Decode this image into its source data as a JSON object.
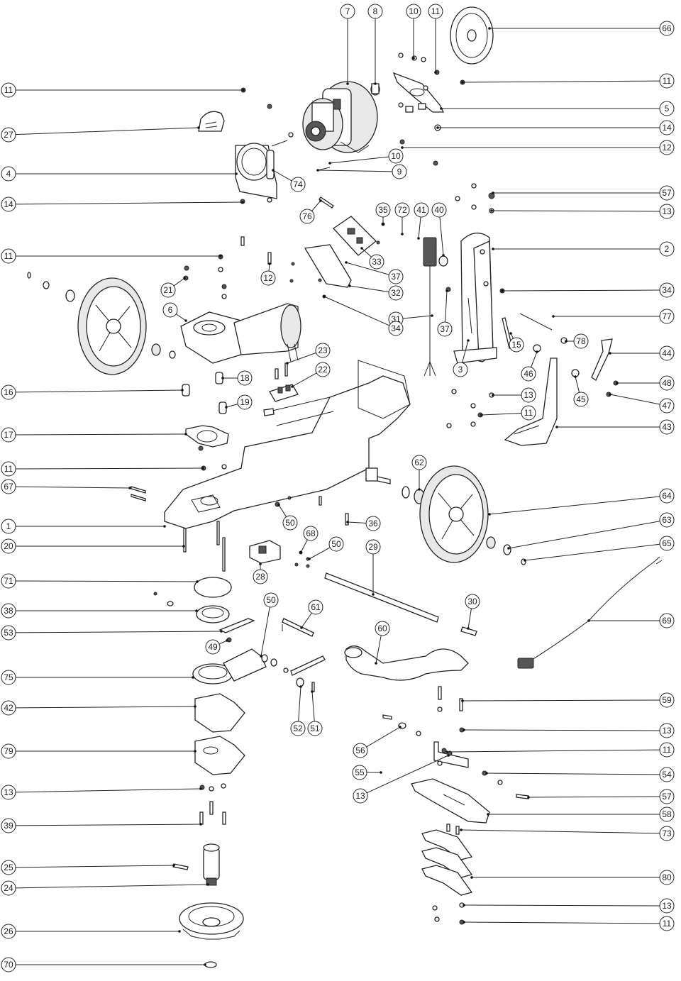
{
  "callouts": [
    {
      "n": "7"
    },
    {
      "n": "8"
    },
    {
      "n": "10"
    },
    {
      "n": "11"
    },
    {
      "n": "66"
    },
    {
      "n": "11"
    },
    {
      "n": "11"
    },
    {
      "n": "5"
    },
    {
      "n": "14"
    },
    {
      "n": "27"
    },
    {
      "n": "12"
    },
    {
      "n": "10"
    },
    {
      "n": "9"
    },
    {
      "n": "4"
    },
    {
      "n": "74"
    },
    {
      "n": "57"
    },
    {
      "n": "13"
    },
    {
      "n": "14"
    },
    {
      "n": "76"
    },
    {
      "n": "35"
    },
    {
      "n": "72"
    },
    {
      "n": "41"
    },
    {
      "n": "40"
    },
    {
      "n": "2"
    },
    {
      "n": "33"
    },
    {
      "n": "11"
    },
    {
      "n": "12"
    },
    {
      "n": "37"
    },
    {
      "n": "32"
    },
    {
      "n": "34"
    },
    {
      "n": "21"
    },
    {
      "n": "31"
    },
    {
      "n": "6"
    },
    {
      "n": "34"
    },
    {
      "n": "37"
    },
    {
      "n": "77"
    },
    {
      "n": "15"
    },
    {
      "n": "78"
    },
    {
      "n": "44"
    },
    {
      "n": "3"
    },
    {
      "n": "23"
    },
    {
      "n": "22"
    },
    {
      "n": "46"
    },
    {
      "n": "48"
    },
    {
      "n": "18"
    },
    {
      "n": "16"
    },
    {
      "n": "13"
    },
    {
      "n": "45"
    },
    {
      "n": "47"
    },
    {
      "n": "19"
    },
    {
      "n": "11"
    },
    {
      "n": "17"
    },
    {
      "n": "43"
    },
    {
      "n": "62"
    },
    {
      "n": "11"
    },
    {
      "n": "67"
    },
    {
      "n": "64"
    },
    {
      "n": "50"
    },
    {
      "n": "36"
    },
    {
      "n": "1"
    },
    {
      "n": "63"
    },
    {
      "n": "68"
    },
    {
      "n": "50"
    },
    {
      "n": "29"
    },
    {
      "n": "20"
    },
    {
      "n": "65"
    },
    {
      "n": "28"
    },
    {
      "n": "71"
    },
    {
      "n": "50"
    },
    {
      "n": "61"
    },
    {
      "n": "30"
    },
    {
      "n": "38"
    },
    {
      "n": "69"
    },
    {
      "n": "53"
    },
    {
      "n": "60"
    },
    {
      "n": "49"
    },
    {
      "n": "75"
    },
    {
      "n": "59"
    },
    {
      "n": "42"
    },
    {
      "n": "52"
    },
    {
      "n": "51"
    },
    {
      "n": "13"
    },
    {
      "n": "56"
    },
    {
      "n": "11"
    },
    {
      "n": "79"
    },
    {
      "n": "13"
    },
    {
      "n": "54"
    },
    {
      "n": "55"
    },
    {
      "n": "13"
    },
    {
      "n": "57"
    },
    {
      "n": "58"
    },
    {
      "n": "39"
    },
    {
      "n": "73"
    },
    {
      "n": "25"
    },
    {
      "n": "80"
    },
    {
      "n": "24"
    },
    {
      "n": "13"
    },
    {
      "n": "26"
    },
    {
      "n": "11"
    },
    {
      "n": "70"
    }
  ]
}
